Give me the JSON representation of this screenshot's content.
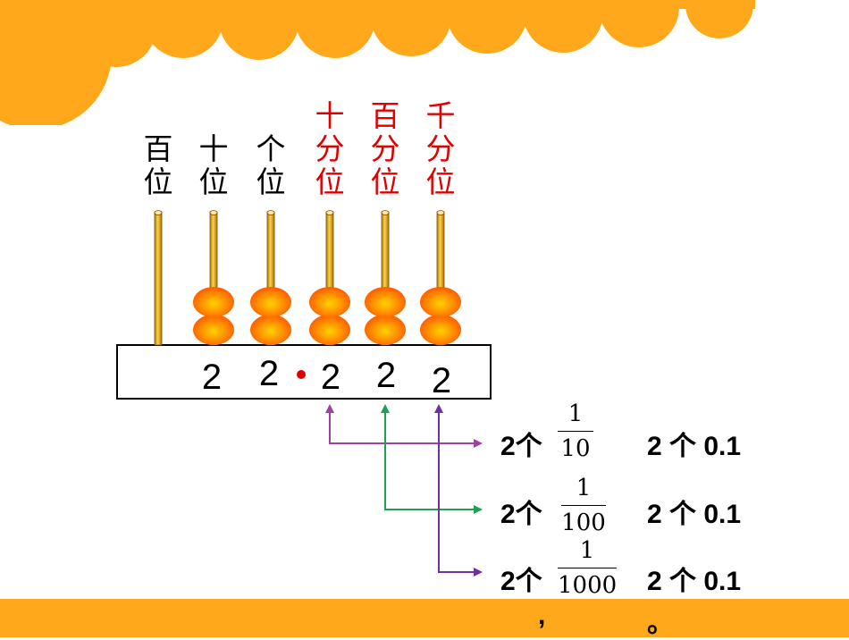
{
  "place_labels": [
    {
      "chars": [
        "百",
        "位"
      ],
      "color": "#000000"
    },
    {
      "chars": [
        "十",
        "位"
      ],
      "color": "#000000"
    },
    {
      "chars": [
        "个",
        "位"
      ],
      "color": "#000000"
    },
    {
      "chars": [
        "十",
        "分",
        "位"
      ],
      "color": "#e00000"
    },
    {
      "chars": [
        "百",
        "分",
        "位"
      ],
      "color": "#e00000"
    },
    {
      "chars": [
        "千",
        "分",
        "位"
      ],
      "color": "#e00000"
    }
  ],
  "rods": [
    {
      "beads": 0
    },
    {
      "beads": 2
    },
    {
      "beads": 2
    },
    {
      "beads": 2
    },
    {
      "beads": 2
    },
    {
      "beads": 2
    }
  ],
  "digits": [
    "2",
    "2",
    "2",
    "2",
    "2"
  ],
  "decimal_point_color": "#e00000",
  "rows": [
    {
      "count": "2",
      "unit": "个",
      "numerator": "1",
      "denominator": "10",
      "right": "2 个 0.1",
      "arrow_color": "#a040a0"
    },
    {
      "count": "2",
      "unit": "个",
      "numerator": "1",
      "denominator": "100",
      "right": "2 个 0.1",
      "arrow_color": "#20a050"
    },
    {
      "count": "2",
      "unit": "个",
      "numerator": "1",
      "denominator": "1000",
      "right": "2 个 0.1",
      "arrow_color": "#7030a0"
    }
  ],
  "bottom_marks": [
    ",",
    "。"
  ],
  "colors": {
    "accent_orange": "#ffa81c",
    "bead_outer": "#ff7a00",
    "bead_inner": "#ffd200"
  }
}
